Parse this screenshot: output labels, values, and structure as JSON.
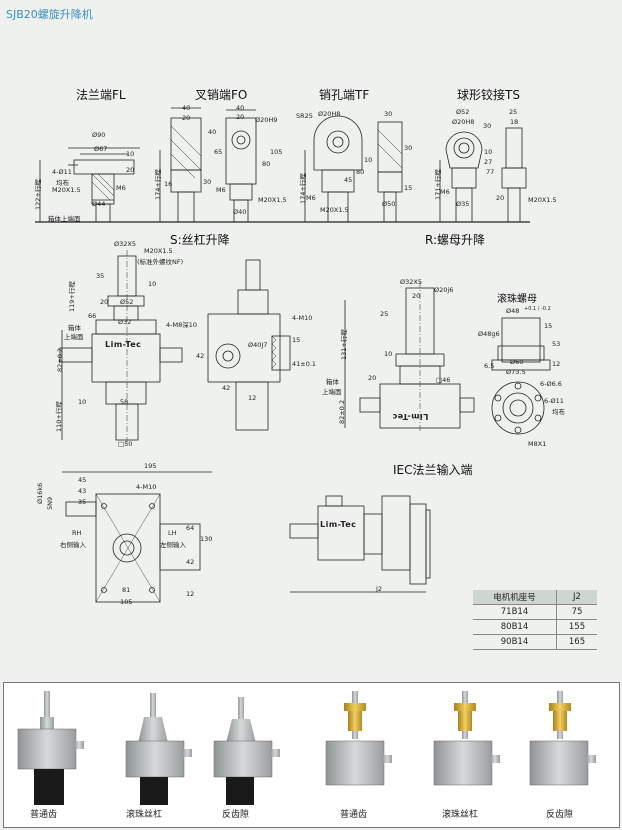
{
  "title": "SJB20螺旋升降机",
  "sections": {
    "fl": "法兰端FL",
    "fo": "叉销端FO",
    "tf": "销孔端TF",
    "ts": "球形铰接TS",
    "s": "S:丝杠升降",
    "r": "R:螺母升降",
    "ball_nut": "滚珠螺母",
    "iec": "IEC法兰输入端"
  },
  "brand": "Lim-Tec",
  "dims": {
    "fl": [
      "Ø90",
      "Ø67",
      "4-Ø11",
      "均布",
      "M20X1.5",
      "Ø44",
      "10",
      "20",
      "M6",
      "122+行程",
      "箱体上端面"
    ],
    "fo": [
      "40",
      "20",
      "Ø20H9",
      "40",
      "20",
      "40",
      "65",
      "80",
      "105",
      "30",
      "M6",
      "Ø40",
      "M20X1.5",
      "174+行程",
      "16"
    ],
    "tf": [
      "SR25",
      "Ø20H8",
      "30",
      "M6",
      "45",
      "80",
      "10",
      "30",
      "M20X1.5",
      "Ø50",
      "15",
      "174+行程"
    ],
    "ts": [
      "Ø52",
      "25",
      "Ø20H8",
      "18",
      "30",
      "10",
      "27",
      "77",
      "M6",
      "Ø35",
      "20",
      "M20X1.5",
      "171+行程"
    ],
    "s": [
      "Ø32X5",
      "M20X1.5",
      "(标准外螺纹NF)",
      "35",
      "10",
      "20",
      "Ø52",
      "Ø32",
      "66",
      "119+行程",
      "箱体",
      "上端面",
      "82±0.2",
      "10",
      "110+行程",
      "58",
      "□50",
      "4-M8深10",
      "4-M10",
      "42",
      "Ø40J7",
      "15",
      "41±0.1",
      "42",
      "12"
    ],
    "r": [
      "Ø32X5",
      "20",
      "Ø20j6",
      "25",
      "131+行程",
      "10",
      "箱体",
      "上端面",
      "20",
      "□46",
      "82±0.2",
      "Ø48",
      "Ø48g6",
      "15",
      "53",
      "6.5",
      "Ø60",
      "Ø73.5",
      "12",
      "6-Ø6.6",
      "6-Ø11",
      "均布",
      "M8X1",
      "+0.1 / -0.2"
    ],
    "top": [
      "195",
      "45",
      "43",
      "35",
      "Ø16k6",
      "5N9",
      "4-M10",
      "RH",
      "右侧输入",
      "LH",
      "左侧输入",
      "64",
      "130",
      "42",
      "12",
      "81",
      "105"
    ],
    "iec": [
      "J2"
    ]
  },
  "table": {
    "headers": [
      "电机机座号",
      "J2"
    ],
    "rows": [
      [
        "71B14",
        "75"
      ],
      [
        "80B14",
        "155"
      ],
      [
        "90B14",
        "165"
      ]
    ]
  },
  "photos": [
    {
      "caption": "普通齿"
    },
    {
      "caption": "滚珠丝杠"
    },
    {
      "caption": "反齿隙"
    },
    {
      "caption": "普通齿"
    },
    {
      "caption": "滚珠丝杠"
    },
    {
      "caption": "反齿隙"
    }
  ],
  "colors": {
    "title": "#3a8fbf",
    "gear_body": "#b8bcbc",
    "motor": "#1a1a1a",
    "brass_nut": "#d8b23a"
  }
}
